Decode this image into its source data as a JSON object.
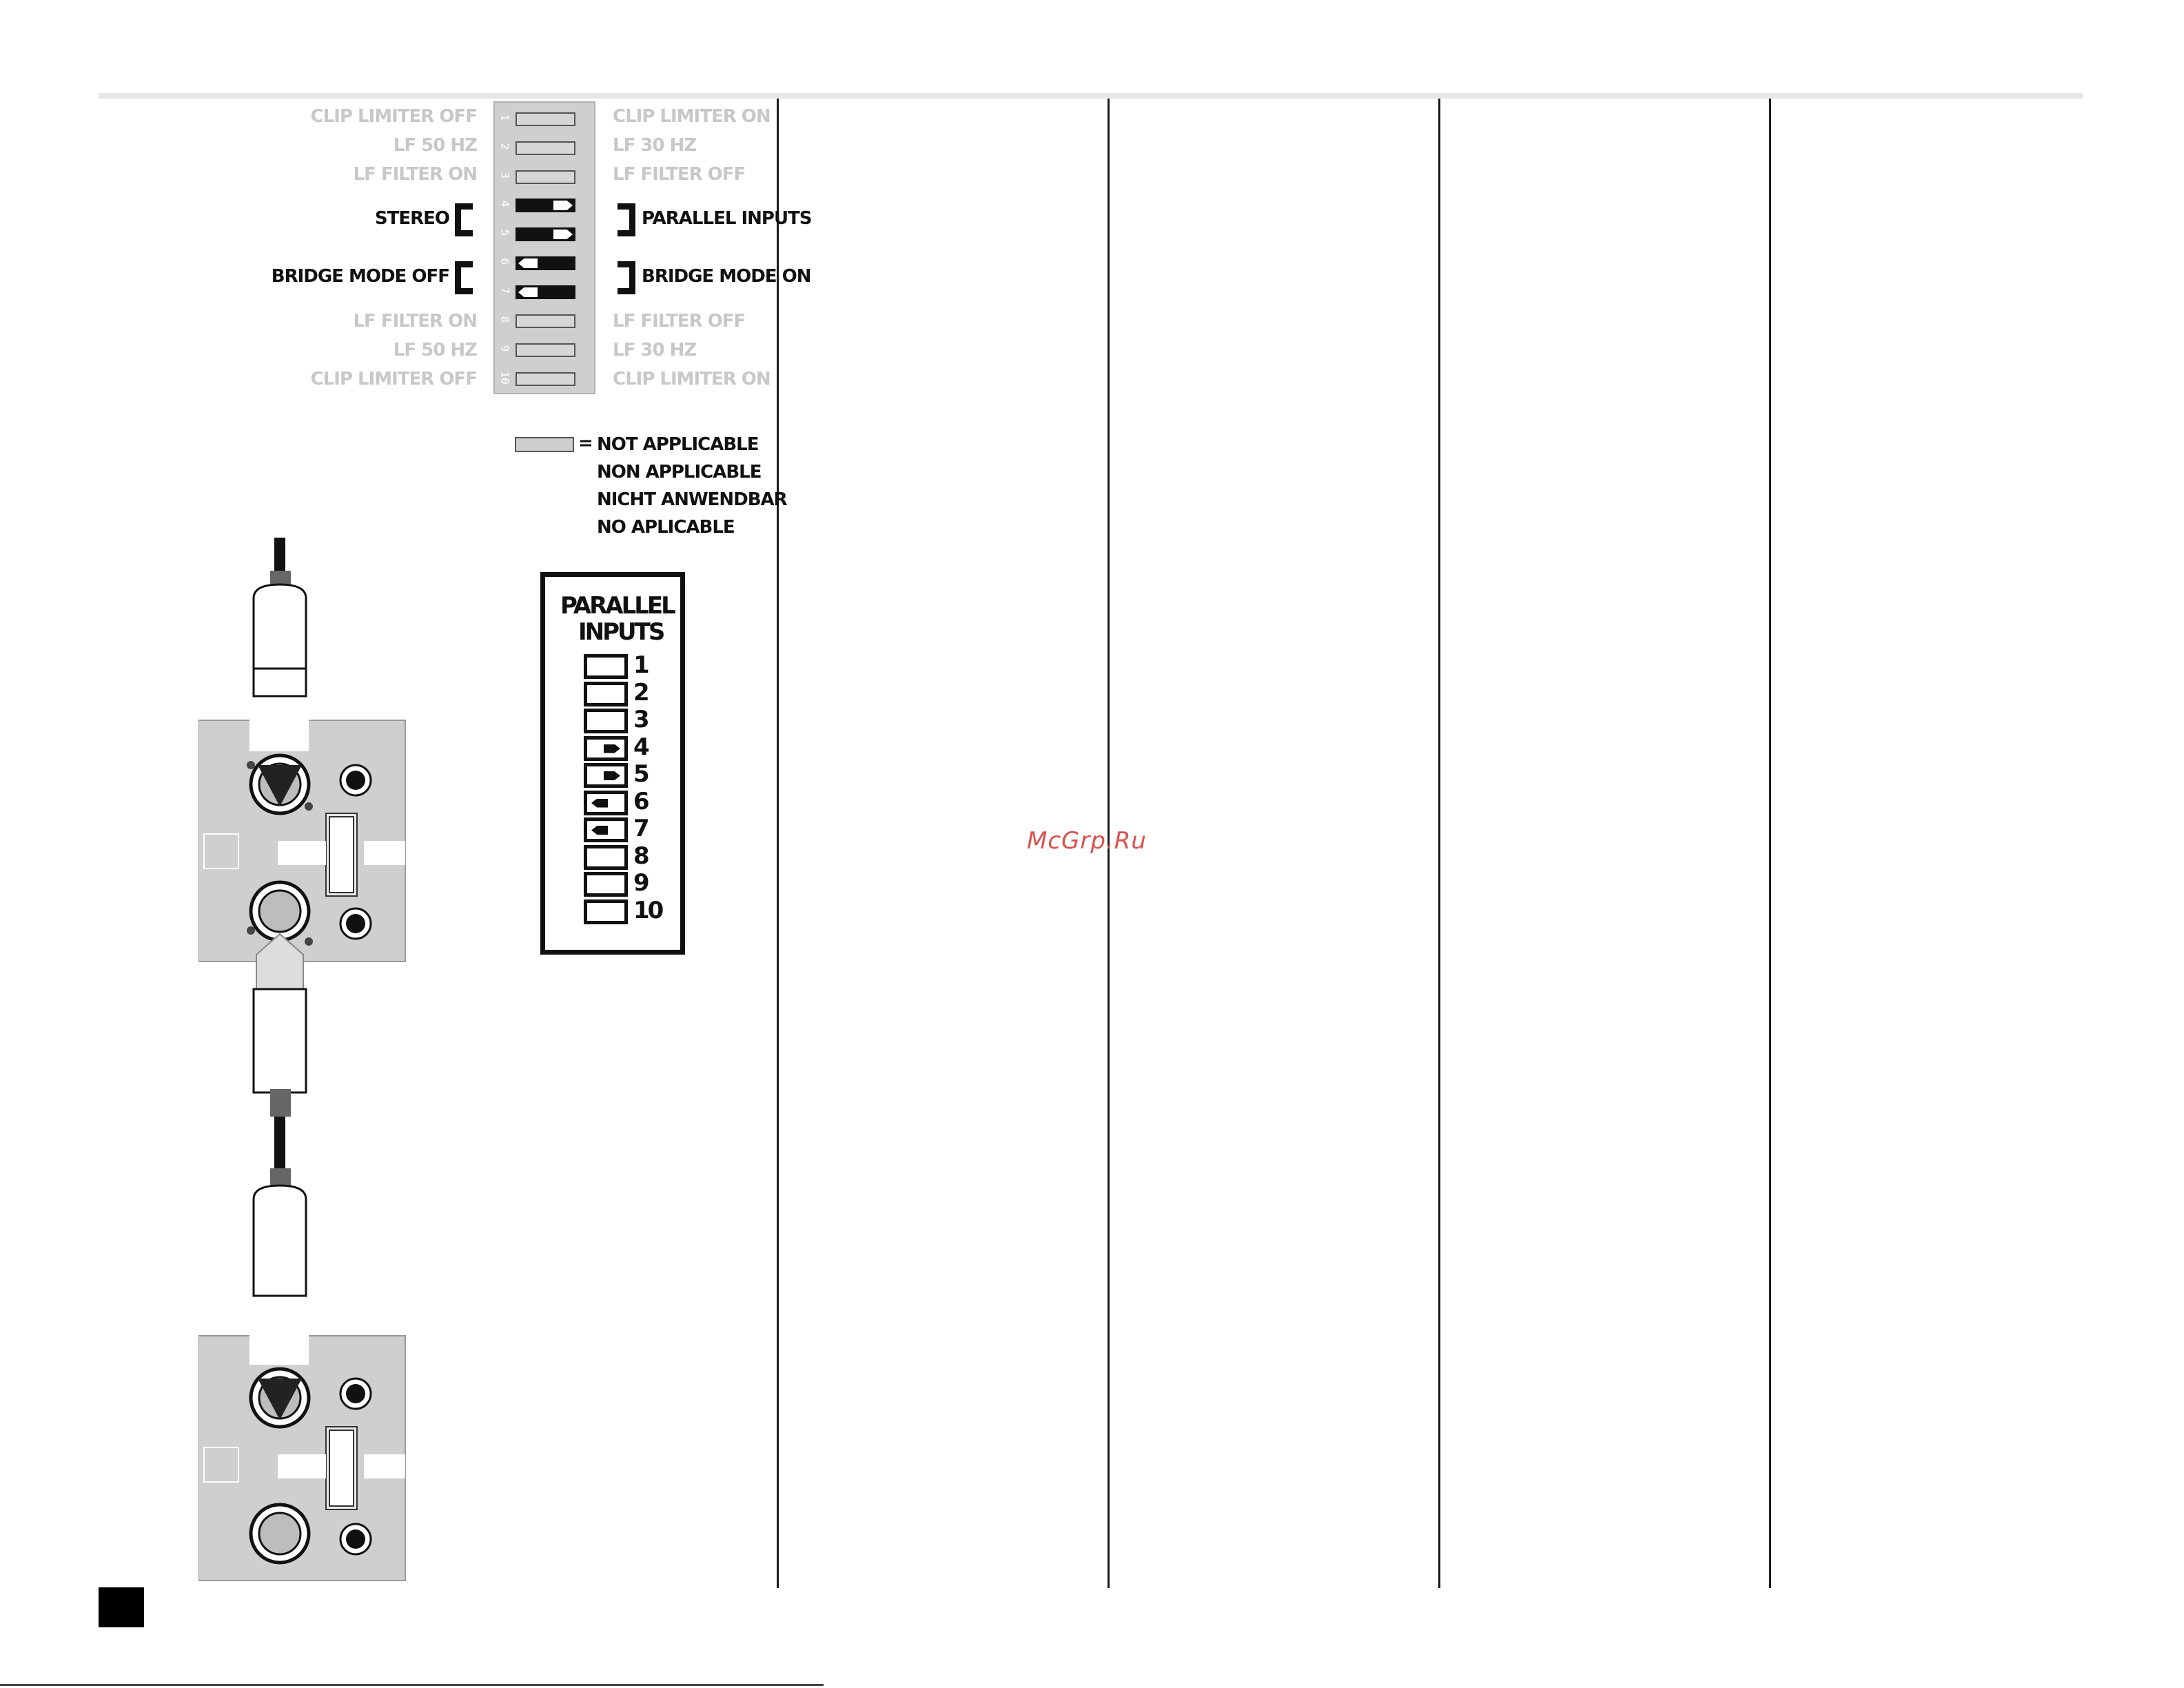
{
  "dip_switch": {
    "switch_numbers": [
      "1",
      "2",
      "3",
      "4",
      "5",
      "6",
      "7",
      "8",
      "9",
      "10"
    ],
    "left_labels": [
      {
        "text": "CLIP LIMITER OFF",
        "style": "dim"
      },
      {
        "text": "LF 50 HZ",
        "style": "dim"
      },
      {
        "text": "LF FILTER ON",
        "style": "dim"
      },
      {
        "text": "STEREO",
        "style": "bold"
      },
      {
        "text": "BRIDGE MODE OFF",
        "style": "bold"
      },
      {
        "text": "LF FILTER ON",
        "style": "dim"
      },
      {
        "text": "LF 50 HZ",
        "style": "dim"
      },
      {
        "text": "CLIP LIMITER OFF",
        "style": "dim"
      }
    ],
    "right_labels": [
      {
        "text": "CLIP LIMITER ON",
        "style": "dim"
      },
      {
        "text": "LF 30 HZ",
        "style": "dim"
      },
      {
        "text": "LF FILTER OFF",
        "style": "dim"
      },
      {
        "text": "PARALLEL INPUTS",
        "style": "bold"
      },
      {
        "text": "BRIDGE MODE ON",
        "style": "bold"
      },
      {
        "text": "LF FILTER OFF",
        "style": "dim"
      },
      {
        "text": "LF 30 HZ",
        "style": "dim"
      },
      {
        "text": "CLIP LIMITER ON",
        "style": "dim"
      }
    ],
    "switch_states": [
      "not-applicable",
      "not-applicable",
      "not-applicable",
      "right",
      "right",
      "left",
      "left",
      "not-applicable",
      "not-applicable",
      "not-applicable"
    ]
  },
  "legend": {
    "equals": "=",
    "lines": [
      "NOT APPLICABLE",
      "NON APPLICABLE",
      "NICHT ANWENDBAR",
      "NO APLICABLE"
    ]
  },
  "parallel_inputs_panel": {
    "title_line1": "PARALLEL",
    "title_line2": "INPUTS",
    "numbers": [
      "1",
      "2",
      "3",
      "4",
      "5",
      "6",
      "7",
      "8",
      "9",
      "10"
    ],
    "states": [
      "off",
      "off",
      "off",
      "right",
      "right",
      "left",
      "left",
      "off",
      "off",
      "off"
    ]
  },
  "watermark": "McGrp.Ru",
  "colors": {
    "dim_text": "#c8c8c8",
    "panel_gray": "#cfcfcf",
    "watermark": "#d9534f"
  }
}
